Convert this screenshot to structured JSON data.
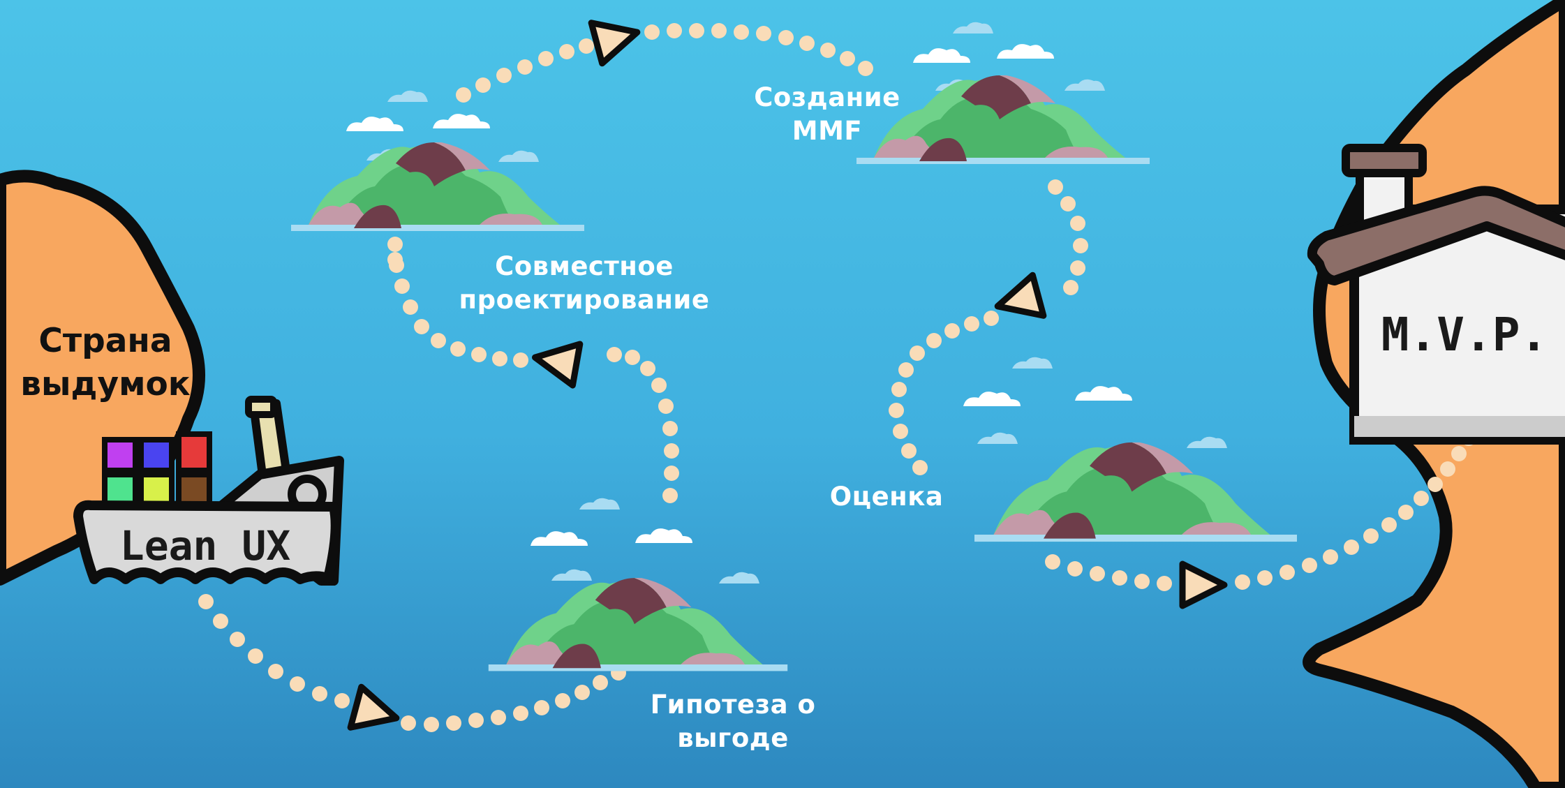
{
  "diagram": {
    "land_label": [
      "Страна",
      "выдумок"
    ],
    "ship_label": "Lean UX",
    "house_label": "M.V.P.",
    "stages": [
      {
        "id": "hypothesis",
        "lines": [
          "Гипотеза о",
          "выгоде"
        ]
      },
      {
        "id": "codesign",
        "lines": [
          "Совместное",
          "проектирование"
        ]
      },
      {
        "id": "mmf",
        "lines": [
          "Создание",
          "MMF"
        ]
      },
      {
        "id": "evaluation",
        "lines": [
          "Оценка"
        ]
      }
    ]
  },
  "colors": {
    "sea_top": "#4cc3e8",
    "sea_bottom": "#2d88bf",
    "land": "#f8a75f",
    "outline": "#0d0d0d",
    "path_dots": "#f9dcb8",
    "island_green": "#4cb56a",
    "island_light": "#6fd28a",
    "island_mountain": "#6e3d4a",
    "island_pink": "#c49aa8",
    "cloud": "#ffffff",
    "cloud_shadow": "#a9dcf2",
    "house_wall": "#f2f2f2",
    "house_roof": "#8c6e68",
    "container_colors": [
      "#c040f0",
      "#4a44f0",
      "#e63a3a",
      "#4fe38e",
      "#d8f04a",
      "#7a4a23"
    ]
  }
}
